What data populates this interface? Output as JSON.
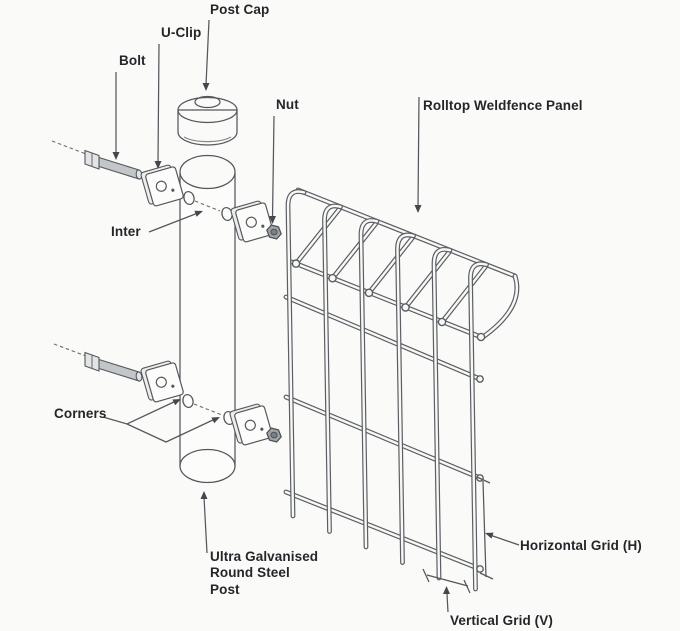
{
  "diagram": {
    "type": "technical-assembly-diagram",
    "subject": "Rolltop weldfence panel and round post assembly",
    "colors": {
      "background": "#fafaf8",
      "line": "#54585c",
      "text": "#26262a",
      "bolt_metal": "#c3c6c9",
      "nut_metal": "#9da2a6"
    },
    "labels": {
      "post_cap": "Post Cap",
      "u_clip": "U-Clip",
      "bolt": "Bolt",
      "nut": "Nut",
      "inter": "Inter",
      "corners": "Corners",
      "steel_post": "Ultra Galvanised Round Steel Post",
      "panel": "Rolltop Weldfence Panel",
      "horizontal_grid": "Horizontal Grid (H)",
      "vertical_grid": "Vertical Grid (V)"
    }
  }
}
